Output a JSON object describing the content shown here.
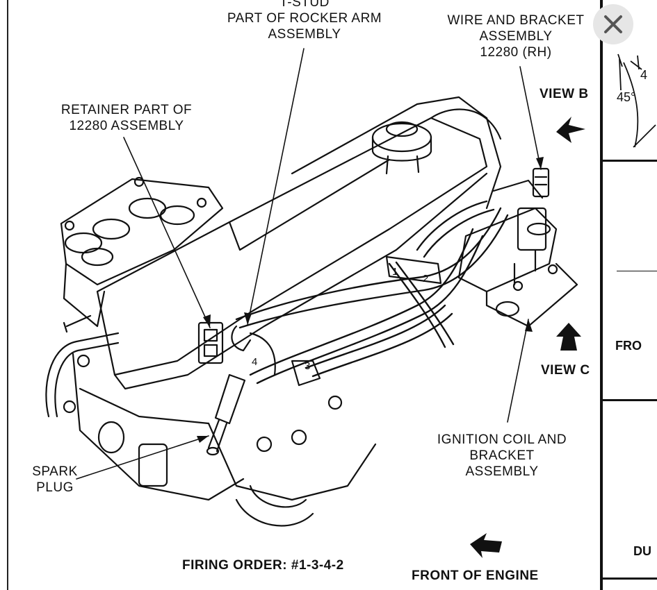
{
  "labels": {
    "t_stud_line1": "T-STUD",
    "t_stud_line2": "PART OF ROCKER ARM",
    "t_stud_line3": "ASSEMBLY",
    "wire_line1": "WIRE AND BRACKET",
    "wire_line2": "ASSEMBLY",
    "wire_line3": "12280 (RH)",
    "retainer_line1": "RETAINER PART OF",
    "retainer_line2": "12280 ASSEMBLY",
    "view_b": "VIEW B",
    "view_c": "VIEW C",
    "ignition_line1": "IGNITION COIL AND",
    "ignition_line2": "BRACKET",
    "ignition_line3": "ASSEMBLY",
    "spark_line1": "SPARK",
    "spark_line2": "PLUG",
    "firing_order": "FIRING ORDER: #1-3-4-2",
    "front_of_engine": "FRONT OF ENGINE",
    "wire_number_1": "1",
    "wire_number_2": "2",
    "wire_number_3": "3",
    "wire_number_4": "4"
  },
  "right_panel": {
    "angle_top": "45°",
    "angle_clipped": "4",
    "fro_text": "FRO",
    "du_text": "DU"
  },
  "colors": {
    "ink": "#111111",
    "paper": "#ffffff",
    "close_bg": "#e6e6e6"
  },
  "icons": {
    "close": "close-icon",
    "arrow": "direction-arrow-icon"
  }
}
